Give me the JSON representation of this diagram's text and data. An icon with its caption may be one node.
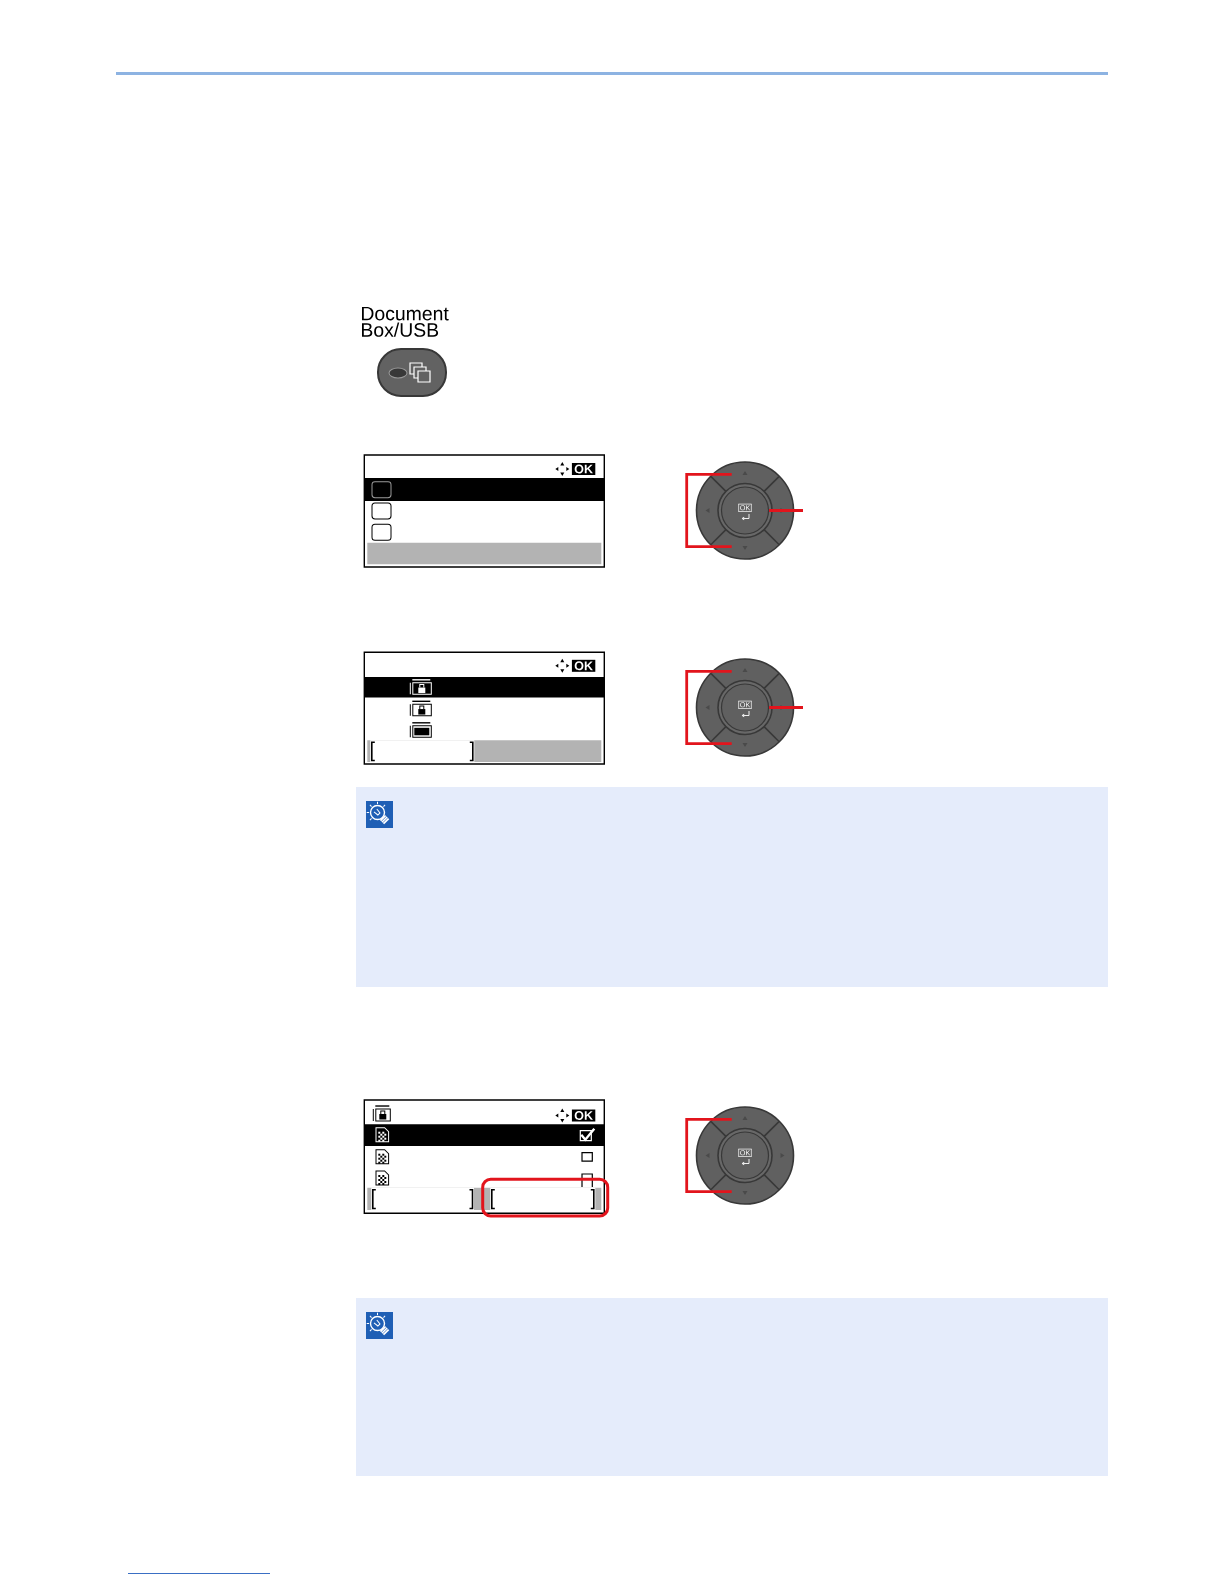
{
  "diagram": {
    "nodes": [
      {
        "text": [
          "OK"
        ]
      },
      {
        "text": [
          "OK"
        ]
      },
      {
        "text": [
          "OK"
        ]
      }
    ],
    "edges": [
      {
        "from": 0,
        "to": null,
        "arrow": "none"
      },
      {
        "from": 1,
        "to": null,
        "arrow": "none"
      }
    ],
    "labels": [
      "Document Box/USB",
      "OK",
      "OK",
      "OK"
    ]
  }
}
